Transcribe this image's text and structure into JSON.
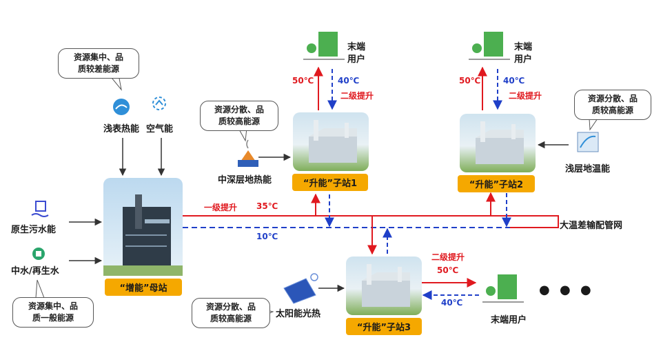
{
  "mother_station": {
    "label": "“增能”母站"
  },
  "substations": [
    {
      "label": "“升能”子站1"
    },
    {
      "label": "“升能”子站2"
    },
    {
      "label": "“升能”子站3"
    }
  ],
  "sources": {
    "shallow_heat": "浅表热能",
    "air_energy": "空气能",
    "raw_sewage": "原生污水能",
    "reclaimed_water": "中水/再生水",
    "mid_deep_geothermal": "中深层地热能",
    "shallow_geothermal": "浅层地温能",
    "solar_thermal": "太阳能光热"
  },
  "callouts": {
    "top_left": [
      "资源集中、品",
      "质较差能源"
    ],
    "bottom_left": [
      "资源集中、品",
      "质一般能源"
    ],
    "mid_deep": [
      "资源分散、品",
      "质较高能源"
    ],
    "right": [
      "资源分散、品",
      "质较高能源"
    ],
    "solar": [
      "资源分散、品",
      "质较高能源"
    ]
  },
  "users": {
    "user1": [
      "末端",
      "用户"
    ],
    "user2": [
      "末端",
      "用户"
    ],
    "user3": "末端用户"
  },
  "temps": {
    "supply_50": "50℃",
    "return_40": "40℃",
    "primary_35": "35℃",
    "return_10": "10℃"
  },
  "labels": {
    "secondary_boost": "二级提升",
    "primary_boost": "一级提升",
    "pipe_network": "大温差输配管网",
    "ellipsis": "● ● ●"
  },
  "colors": {
    "supply": "#e0191f",
    "return": "#1f3fc8",
    "tag": "#f5a800",
    "building_green": "#4caf50"
  }
}
